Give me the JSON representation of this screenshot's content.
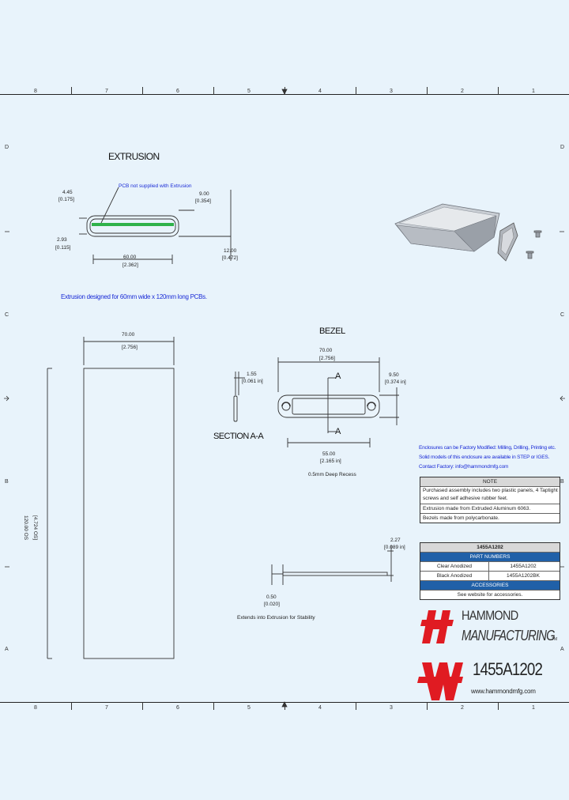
{
  "zones": [
    "8",
    "7",
    "6",
    "5",
    "4",
    "3",
    "2",
    "1"
  ],
  "rows_left": [
    "D",
    "C",
    "B",
    "A"
  ],
  "rows_right": [
    "D",
    "C",
    "B",
    "A"
  ],
  "extrusion": {
    "title": "EXTRUSION",
    "pcb_note": "PCB not supplied with Extrusion",
    "dim_445": "4.45",
    "dim_445_in": "[0.175]",
    "dim_900": "9.00",
    "dim_900_in": "[0.354]",
    "dim_293": "2.93",
    "dim_293_in": "[0.115]",
    "dim_1200": "12.00",
    "dim_1200_in": "[0.472]",
    "dim_6000": "60.00",
    "dim_6000_in": "[2.362]",
    "design_note": "Extrusion designed for 60mm wide x 120mm long  PCBs."
  },
  "front": {
    "dim_7000": "70.00",
    "dim_7000_in": "[2.756]",
    "dim_len": "120.00 OS",
    "dim_len_in": "[4.724 OS]"
  },
  "section": {
    "dim_155": "1.55",
    "dim_155_in": "[0.061 in]",
    "title": "SECTION  A-A"
  },
  "bezel": {
    "title": "BEZEL",
    "dim_7000": "70.00",
    "dim_7000_in": "[2.756]",
    "dim_950": "9.50",
    "dim_950_in": "[0.374 in]",
    "label_a_top": "A",
    "label_a_bot": "A",
    "dim_5500": "55.00",
    "dim_5500_in": "[2.165 in]",
    "recess_note": "0.5mm Deep Recess"
  },
  "insert": {
    "dim_227": "2.27",
    "dim_227_in": "[0.089 in]",
    "dim_050": "0.50",
    "dim_050_in": "[0.020]",
    "note": "Extends into Extrusion for Stability"
  },
  "mod_note": {
    "line1": "Enclosures can be Factory Modified: Milling, Drilling, Printing etc.",
    "line2": "Solid models of this enclosure are available in STEP or IGES.",
    "line3": "Contact Factory:     info@hammondmfg.com"
  },
  "note_table": {
    "header": "NOTE",
    "line1": "Purchased assembly includes two plastic panels, 4 Taptight",
    "line2": "screws and self adhesive rubber feet.",
    "line3": "Extrusion made from Extruded Aluminum 6063.",
    "line4": "Bezels made from polycarbonate."
  },
  "part_table": {
    "model": "1455A1202",
    "pn_header": "PART NUMBERS",
    "rows": [
      {
        "finish": "Clear Anodized",
        "pn": "1455A1202"
      },
      {
        "finish": "Black Anodized",
        "pn": "1455A1202BK"
      }
    ],
    "acc_header": "ACCESSORIES",
    "acc_text": "See website for accessories."
  },
  "brand": {
    "line1": "HAMMOND",
    "line2": "MANUFACTURING",
    "tm": "TM",
    "model": "1455A1202",
    "website": "www.hammondmfg.com",
    "color": "#e01b22"
  },
  "colors": {
    "pcb": "#2fb24a",
    "blue_text": "#1a2bd6",
    "header_blue": "#2060a8"
  }
}
